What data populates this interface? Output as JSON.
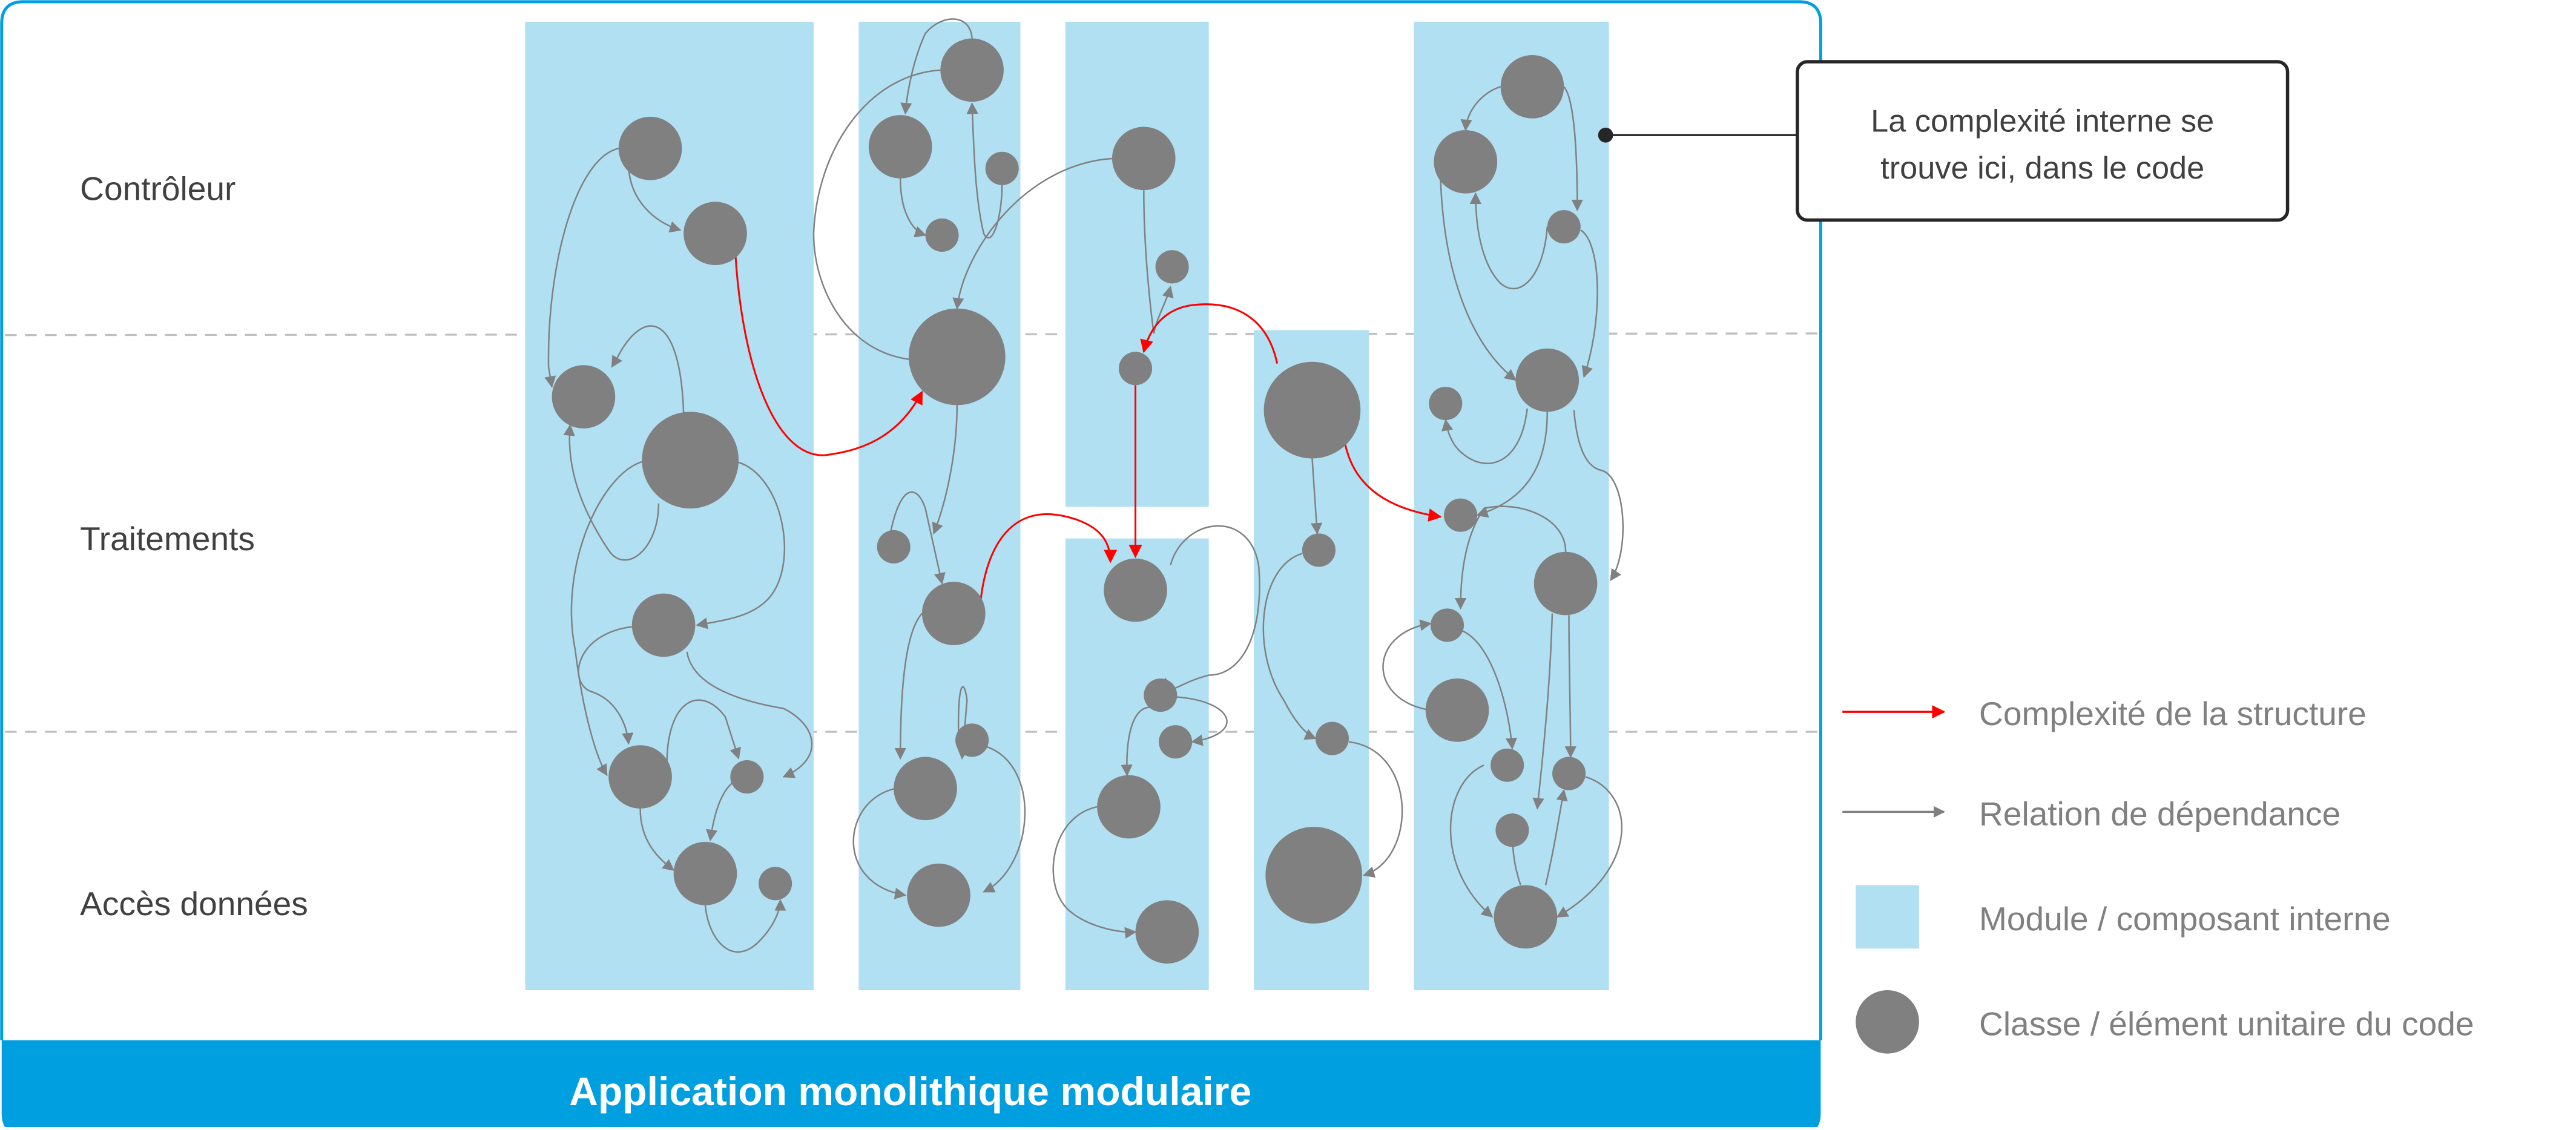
{
  "diagram": {
    "title": "Application monolithique modulaire",
    "layers": [
      {
        "label": "Contrôleur"
      },
      {
        "label": "Traitements"
      },
      {
        "label": "Accès données"
      }
    ],
    "callout": {
      "line1": "La complexité interne se",
      "line2": "trouve ici, dans le code"
    },
    "legend": [
      {
        "key": "structure-complexity",
        "label": "Complexité de la structure",
        "symbol": "red-arrow"
      },
      {
        "key": "dependency",
        "label": "Relation de dépendance",
        "symbol": "gray-arrow"
      },
      {
        "key": "module",
        "label": "Module / composant interne",
        "symbol": "blue-rect"
      },
      {
        "key": "class",
        "label": "Classe / élément unitaire du code",
        "symbol": "gray-circle"
      }
    ],
    "colors": {
      "frame": "#009FE0",
      "module_fill": "#B1E0F3",
      "node_fill": "#808080",
      "dependency_edge": "#808080",
      "complexity_edge": "#FF0000",
      "layer_label_text": "#404040",
      "legend_text": "#808080",
      "callout_border": "#262626",
      "separator": "#BFBFBF"
    }
  }
}
